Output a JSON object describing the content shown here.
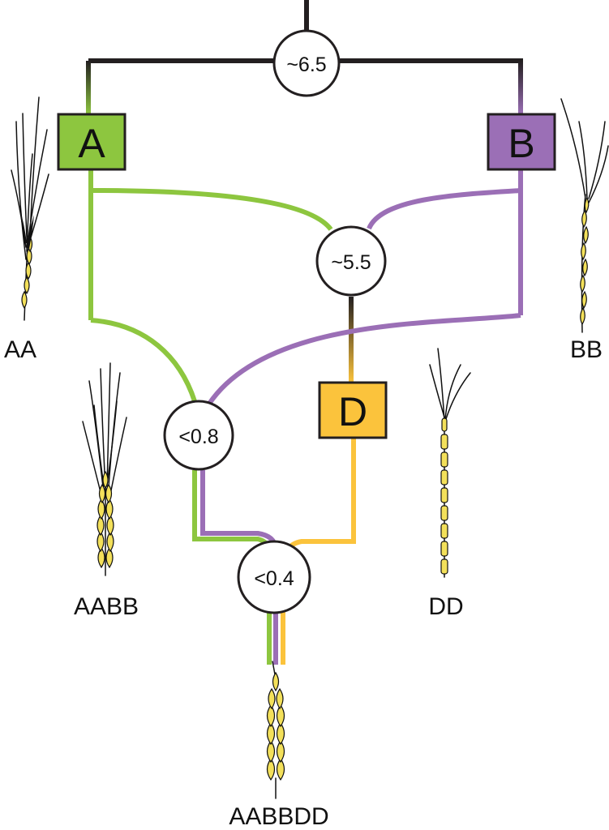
{
  "colors": {
    "ancestral": "#231f20",
    "genome_a": "#8dc63f",
    "genome_b": "#9b6fb6",
    "genome_d": "#fbc33c",
    "node_fill": "#ffffff",
    "grain": "#f3e05a",
    "awn": "#111111"
  },
  "nodes": {
    "root": "~6.5",
    "ab_split": "~5.5",
    "tetraploid": "<0.8",
    "hexaploid": "<0.4"
  },
  "genomes": {
    "a": "A",
    "b": "B",
    "d": "D"
  },
  "species_labels": {
    "aa": "AA",
    "bb": "BB",
    "aabb": "AABB",
    "dd": "DD",
    "aabbdd": "AABBDD"
  },
  "icons": [
    "wheat-spike-aa-icon",
    "wheat-spike-bb-icon",
    "wheat-spike-aabb-icon",
    "wheat-spike-dd-icon",
    "wheat-spike-aabbdd-icon"
  ]
}
